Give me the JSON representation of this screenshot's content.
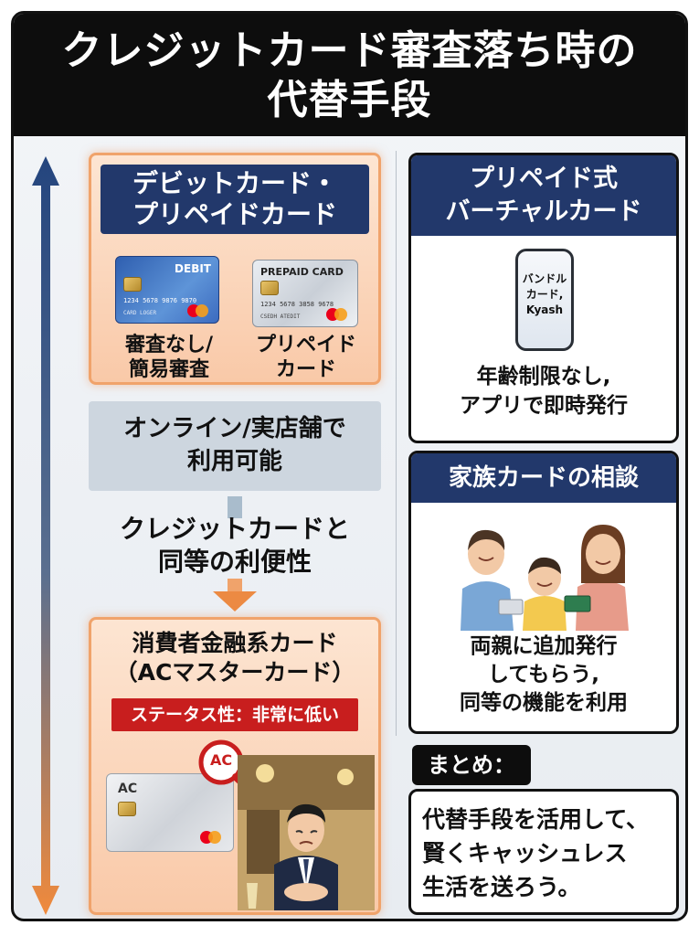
{
  "header": {
    "title_line1": "クレジットカード審査落ち時の",
    "title_line2": "代替手段"
  },
  "debit_prepaid": {
    "title_line1": "デビットカード・",
    "title_line2": "プリペイドカード",
    "debit_card": {
      "brand": "DEBIT",
      "number": "1234 5678 9876 9870",
      "holder": "CARD LOGER"
    },
    "prepaid_card": {
      "brand": "PREPAID CARD",
      "number": "1234 5678 3858 9678",
      "holder": "CSEDH ATEDIT"
    },
    "debit_caption_line1": "審査なし/",
    "debit_caption_line2": "簡易審査",
    "prepaid_caption_line1": "プリペイド",
    "prepaid_caption_line2": "カード"
  },
  "usage": {
    "line1": "オンライン/実店舗で",
    "line2": "利用可能"
  },
  "convenience": {
    "line1": "クレジットカードと",
    "line2": "同等の利便性"
  },
  "consumer_finance": {
    "title_line1": "消費者金融系カード",
    "title_line2": "（ACマスターカード）",
    "status": "ステータス性：非常に低い",
    "card_brand": "AC",
    "magnifier_text": "AC"
  },
  "virtual": {
    "title_line1": "プリペイド式",
    "title_line2": "バーチャルカード",
    "phone_line1": "バンドル",
    "phone_line2": "カード,",
    "phone_line3": "Kyash",
    "caption_line1": "年齢制限なし,",
    "caption_line2": "アプリで即時発行"
  },
  "family": {
    "title": "家族カードの相談",
    "caption_line1": "両親に追加発行",
    "caption_line2": "してもらう,",
    "caption_line3": "同等の機能を利用"
  },
  "summary": {
    "label": "まとめ：",
    "line1": "代替手段を活用して、",
    "line2": "賢くキャッシュレス",
    "line3": "生活を送ろう。"
  },
  "colors": {
    "navy": "#22386b",
    "orange_border": "#f0a36b",
    "red_status": "#c81e1e",
    "arrow_top": "#24457e",
    "arrow_bottom": "#f08a3c"
  }
}
